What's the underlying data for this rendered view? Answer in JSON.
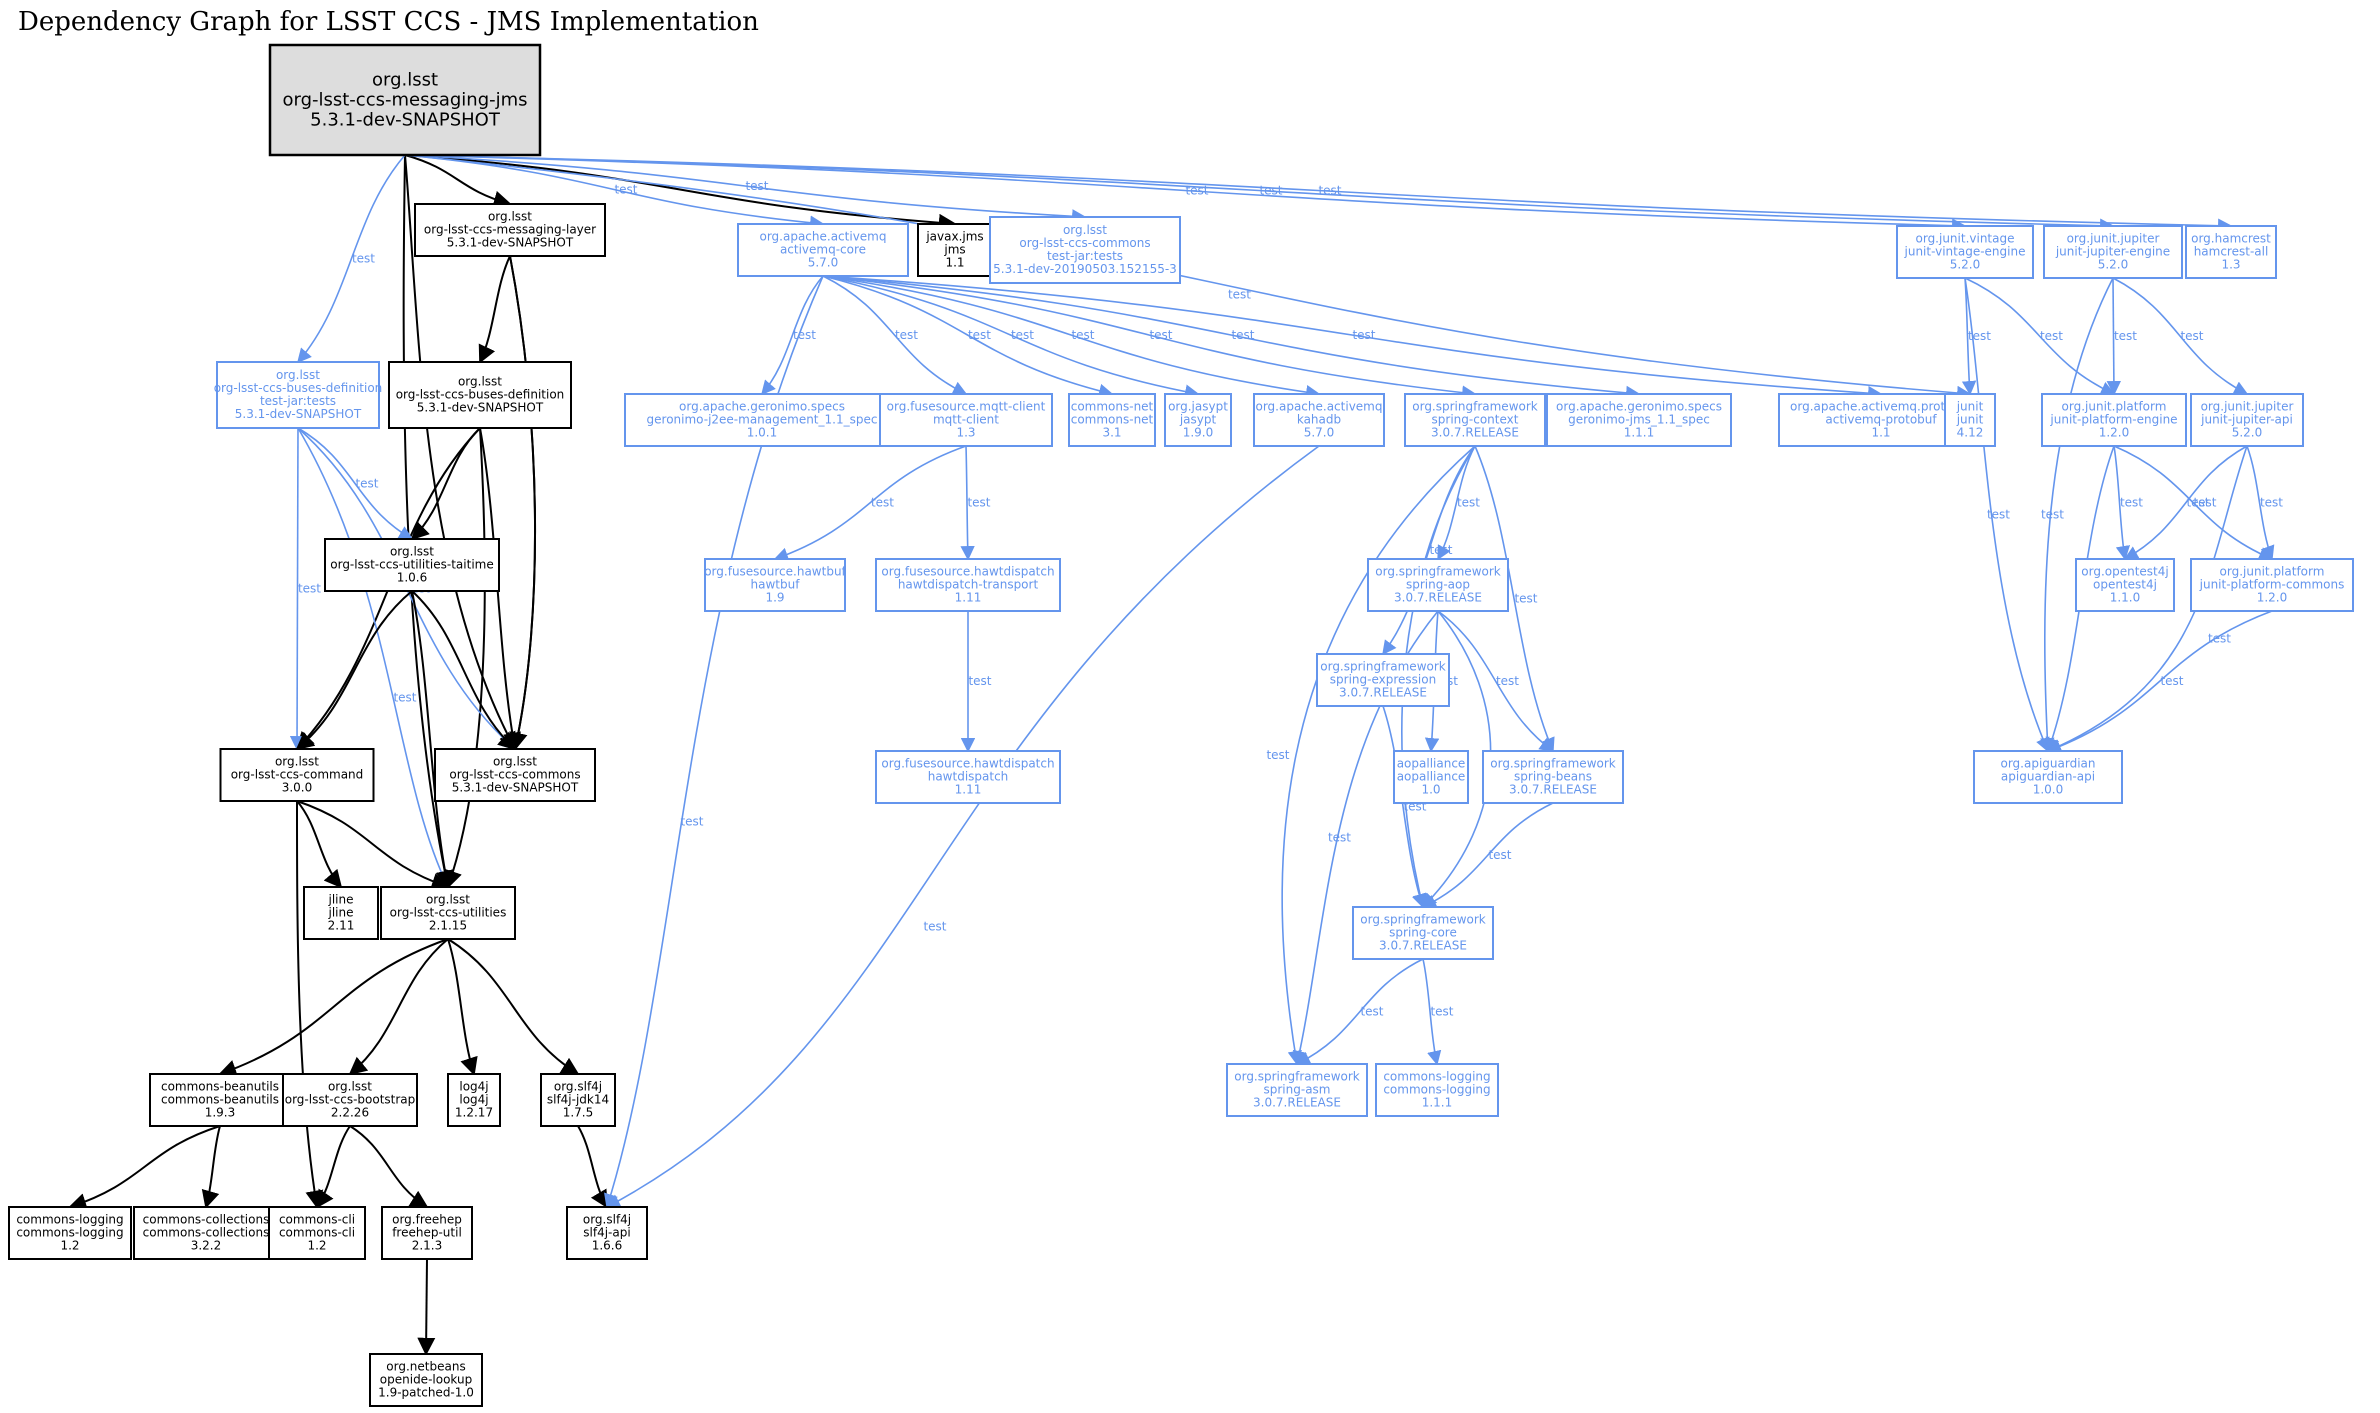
{
  "title": "Dependency Graph for LSST CCS - JMS Implementation",
  "colors": {
    "compile_edge": "#000000",
    "test_edge": "#6495ed",
    "root_fill": "#dddddd",
    "test_text": "#6495ed"
  },
  "edge_label_test": "test",
  "nodes": [
    {
      "id": "root",
      "lines": [
        "org.lsst",
        "org-lsst-ccs-messaging-jms",
        "5.3.1-dev-SNAPSHOT"
      ],
      "kind": "root"
    },
    {
      "id": "messaging_layer",
      "lines": [
        "org.lsst",
        "org-lsst-ccs-messaging-layer",
        "5.3.1-dev-SNAPSHOT"
      ],
      "kind": "dep"
    },
    {
      "id": "buses_def",
      "lines": [
        "org.lsst",
        "org-lsst-ccs-buses-definition",
        "5.3.1-dev-SNAPSHOT"
      ],
      "kind": "dep"
    },
    {
      "id": "buses_def_tests",
      "lines": [
        "org.lsst",
        "org-lsst-ccs-buses-definition",
        "test-jar:tests",
        "5.3.1-dev-SNAPSHOT"
      ],
      "kind": "testdep"
    },
    {
      "id": "taitime",
      "lines": [
        "org.lsst",
        "org-lsst-ccs-utilities-taitime",
        "1.0.6"
      ],
      "kind": "dep"
    },
    {
      "id": "command",
      "lines": [
        "org.lsst",
        "org-lsst-ccs-command",
        "3.0.0"
      ],
      "kind": "dep"
    },
    {
      "id": "commons",
      "lines": [
        "org.lsst",
        "org-lsst-ccs-commons",
        "5.3.1-dev-SNAPSHOT"
      ],
      "kind": "dep"
    },
    {
      "id": "jline",
      "lines": [
        "jline",
        "jline",
        "2.11"
      ],
      "kind": "dep"
    },
    {
      "id": "utilities",
      "lines": [
        "org.lsst",
        "org-lsst-ccs-utilities",
        "2.1.15"
      ],
      "kind": "dep"
    },
    {
      "id": "beanutils",
      "lines": [
        "commons-beanutils",
        "commons-beanutils",
        "1.9.3"
      ],
      "kind": "dep"
    },
    {
      "id": "bootstrap",
      "lines": [
        "org.lsst",
        "org-lsst-ccs-bootstrap",
        "2.2.26"
      ],
      "kind": "dep"
    },
    {
      "id": "log4j",
      "lines": [
        "log4j",
        "log4j",
        "1.2.17"
      ],
      "kind": "dep"
    },
    {
      "id": "slf4j_jdk14",
      "lines": [
        "org.slf4j",
        "slf4j-jdk14",
        "1.7.5"
      ],
      "kind": "dep"
    },
    {
      "id": "commons_logging_12",
      "lines": [
        "commons-logging",
        "commons-logging",
        "1.2"
      ],
      "kind": "dep"
    },
    {
      "id": "commons_collections",
      "lines": [
        "commons-collections",
        "commons-collections",
        "3.2.2"
      ],
      "kind": "dep"
    },
    {
      "id": "commons_cli",
      "lines": [
        "commons-cli",
        "commons-cli",
        "1.2"
      ],
      "kind": "dep"
    },
    {
      "id": "freehep",
      "lines": [
        "org.freehep",
        "freehep-util",
        "2.1.3"
      ],
      "kind": "dep"
    },
    {
      "id": "slf4j_api",
      "lines": [
        "org.slf4j",
        "slf4j-api",
        "1.6.6"
      ],
      "kind": "dep"
    },
    {
      "id": "openide",
      "lines": [
        "org.netbeans",
        "openide-lookup",
        "1.9-patched-1.0"
      ],
      "kind": "dep"
    },
    {
      "id": "javax_jms",
      "lines": [
        "javax.jms",
        "jms",
        "1.1"
      ],
      "kind": "dep"
    },
    {
      "id": "activemq_core",
      "lines": [
        "org.apache.activemq",
        "activemq-core",
        "5.7.0"
      ],
      "kind": "testdep"
    },
    {
      "id": "commons_tests",
      "lines": [
        "org.lsst",
        "org-lsst-ccs-commons",
        "test-jar:tests",
        "5.3.1-dev-20190503.152155-3"
      ],
      "kind": "testdep"
    },
    {
      "id": "geronimo_j2ee",
      "lines": [
        "org.apache.geronimo.specs",
        "geronimo-j2ee-management_1.1_spec",
        "1.0.1"
      ],
      "kind": "testdep"
    },
    {
      "id": "mqtt_client",
      "lines": [
        "org.fusesource.mqtt-client",
        "mqtt-client",
        "1.3"
      ],
      "kind": "testdep"
    },
    {
      "id": "commons_net",
      "lines": [
        "commons-net",
        "commons-net",
        "3.1"
      ],
      "kind": "testdep"
    },
    {
      "id": "jasypt",
      "lines": [
        "org.jasypt",
        "jasypt",
        "1.9.0"
      ],
      "kind": "testdep"
    },
    {
      "id": "kahadb",
      "lines": [
        "org.apache.activemq",
        "kahadb",
        "5.7.0"
      ],
      "kind": "testdep"
    },
    {
      "id": "spring_context",
      "lines": [
        "org.springframework",
        "spring-context",
        "3.0.7.RELEASE"
      ],
      "kind": "testdep"
    },
    {
      "id": "geronimo_jms",
      "lines": [
        "org.apache.geronimo.specs",
        "geronimo-jms_1.1_spec",
        "1.1.1"
      ],
      "kind": "testdep"
    },
    {
      "id": "activemq_protobuf",
      "lines": [
        "org.apache.activemq.protobuf",
        "activemq-protobuf",
        "1.1"
      ],
      "kind": "testdep"
    },
    {
      "id": "hawtbuf",
      "lines": [
        "org.fusesource.hawtbuf",
        "hawtbuf",
        "1.9"
      ],
      "kind": "testdep"
    },
    {
      "id": "hawtdispatch_transport",
      "lines": [
        "org.fusesource.hawtdispatch",
        "hawtdispatch-transport",
        "1.11"
      ],
      "kind": "testdep"
    },
    {
      "id": "hawtdispatch",
      "lines": [
        "org.fusesource.hawtdispatch",
        "hawtdispatch",
        "1.11"
      ],
      "kind": "testdep"
    },
    {
      "id": "spring_aop",
      "lines": [
        "org.springframework",
        "spring-aop",
        "3.0.7.RELEASE"
      ],
      "kind": "testdep"
    },
    {
      "id": "spring_expression",
      "lines": [
        "org.springframework",
        "spring-expression",
        "3.0.7.RELEASE"
      ],
      "kind": "testdep"
    },
    {
      "id": "aopalliance",
      "lines": [
        "aopalliance",
        "aopalliance",
        "1.0"
      ],
      "kind": "testdep"
    },
    {
      "id": "spring_beans",
      "lines": [
        "org.springframework",
        "spring-beans",
        "3.0.7.RELEASE"
      ],
      "kind": "testdep"
    },
    {
      "id": "spring_core",
      "lines": [
        "org.springframework",
        "spring-core",
        "3.0.7.RELEASE"
      ],
      "kind": "testdep"
    },
    {
      "id": "spring_asm",
      "lines": [
        "org.springframework",
        "spring-asm",
        "3.0.7.RELEASE"
      ],
      "kind": "testdep"
    },
    {
      "id": "commons_logging_111",
      "lines": [
        "commons-logging",
        "commons-logging",
        "1.1.1"
      ],
      "kind": "testdep"
    },
    {
      "id": "vintage",
      "lines": [
        "org.junit.vintage",
        "junit-vintage-engine",
        "5.2.0"
      ],
      "kind": "testdep"
    },
    {
      "id": "jupiter_engine",
      "lines": [
        "org.junit.jupiter",
        "junit-jupiter-engine",
        "5.2.0"
      ],
      "kind": "testdep"
    },
    {
      "id": "hamcrest",
      "lines": [
        "org.hamcrest",
        "hamcrest-all",
        "1.3"
      ],
      "kind": "testdep"
    },
    {
      "id": "junit",
      "lines": [
        "junit",
        "junit",
        "4.12"
      ],
      "kind": "testdep"
    },
    {
      "id": "platform_engine",
      "lines": [
        "org.junit.platform",
        "junit-platform-engine",
        "1.2.0"
      ],
      "kind": "testdep"
    },
    {
      "id": "jupiter_api",
      "lines": [
        "org.junit.jupiter",
        "junit-jupiter-api",
        "5.2.0"
      ],
      "kind": "testdep"
    },
    {
      "id": "opentest4j",
      "lines": [
        "org.opentest4j",
        "opentest4j",
        "1.1.0"
      ],
      "kind": "testdep"
    },
    {
      "id": "platform_commons",
      "lines": [
        "org.junit.platform",
        "junit-platform-commons",
        "1.2.0"
      ],
      "kind": "testdep"
    },
    {
      "id": "apiguardian",
      "lines": [
        "org.apiguardian",
        "apiguardian-api",
        "1.0.0"
      ],
      "kind": "testdep"
    }
  ],
  "edges": [
    {
      "from": "root",
      "to": "messaging_layer",
      "type": "compile"
    },
    {
      "from": "root",
      "to": "commons",
      "type": "compile"
    },
    {
      "from": "root",
      "to": "utilities",
      "type": "compile"
    },
    {
      "from": "root",
      "to": "javax_jms",
      "type": "compile"
    },
    {
      "from": "root",
      "to": "buses_def_tests",
      "type": "test"
    },
    {
      "from": "root",
      "to": "activemq_core",
      "type": "test"
    },
    {
      "from": "root",
      "to": "commons_tests",
      "type": "test"
    },
    {
      "from": "root",
      "to": "junit",
      "type": "test"
    },
    {
      "from": "root",
      "to": "vintage",
      "type": "test"
    },
    {
      "from": "root",
      "to": "jupiter_engine",
      "type": "test"
    },
    {
      "from": "root",
      "to": "hamcrest",
      "type": "test"
    },
    {
      "from": "messaging_layer",
      "to": "buses_def",
      "type": "compile"
    },
    {
      "from": "messaging_layer",
      "to": "commons",
      "type": "compile"
    },
    {
      "from": "messaging_layer",
      "to": "commons",
      "type": "compile"
    },
    {
      "from": "buses_def",
      "to": "taitime",
      "type": "compile"
    },
    {
      "from": "buses_def",
      "to": "command",
      "type": "compile"
    },
    {
      "from": "buses_def",
      "to": "commons",
      "type": "compile"
    },
    {
      "from": "buses_def",
      "to": "utilities",
      "type": "compile"
    },
    {
      "from": "buses_def_tests",
      "to": "taitime",
      "type": "test"
    },
    {
      "from": "buses_def_tests",
      "to": "command",
      "type": "test"
    },
    {
      "from": "buses_def_tests",
      "to": "commons",
      "type": "test"
    },
    {
      "from": "buses_def_tests",
      "to": "utilities",
      "type": "test"
    },
    {
      "from": "taitime",
      "to": "command",
      "type": "compile"
    },
    {
      "from": "taitime",
      "to": "commons",
      "type": "compile"
    },
    {
      "from": "taitime",
      "to": "utilities",
      "type": "compile"
    },
    {
      "from": "command",
      "to": "jline",
      "type": "compile"
    },
    {
      "from": "command",
      "to": "utilities",
      "type": "compile"
    },
    {
      "from": "command",
      "to": "commons_cli",
      "type": "compile"
    },
    {
      "from": "utilities",
      "to": "beanutils",
      "type": "compile"
    },
    {
      "from": "utilities",
      "to": "bootstrap",
      "type": "compile"
    },
    {
      "from": "utilities",
      "to": "log4j",
      "type": "compile"
    },
    {
      "from": "utilities",
      "to": "slf4j_jdk14",
      "type": "compile"
    },
    {
      "from": "beanutils",
      "to": "commons_logging_12",
      "type": "compile"
    },
    {
      "from": "beanutils",
      "to": "commons_collections",
      "type": "compile"
    },
    {
      "from": "bootstrap",
      "to": "commons_cli",
      "type": "compile"
    },
    {
      "from": "bootstrap",
      "to": "freehep",
      "type": "compile"
    },
    {
      "from": "slf4j_jdk14",
      "to": "slf4j_api",
      "type": "compile"
    },
    {
      "from": "freehep",
      "to": "openide",
      "type": "compile"
    },
    {
      "from": "activemq_core",
      "to": "slf4j_api",
      "type": "test"
    },
    {
      "from": "activemq_core",
      "to": "geronimo_j2ee",
      "type": "test"
    },
    {
      "from": "activemq_core",
      "to": "mqtt_client",
      "type": "test"
    },
    {
      "from": "activemq_core",
      "to": "commons_net",
      "type": "test"
    },
    {
      "from": "activemq_core",
      "to": "jasypt",
      "type": "test"
    },
    {
      "from": "activemq_core",
      "to": "kahadb",
      "type": "test"
    },
    {
      "from": "activemq_core",
      "to": "spring_context",
      "type": "test"
    },
    {
      "from": "activemq_core",
      "to": "geronimo_jms",
      "type": "test"
    },
    {
      "from": "activemq_core",
      "to": "activemq_protobuf",
      "type": "test"
    },
    {
      "from": "mqtt_client",
      "to": "hawtbuf",
      "type": "test"
    },
    {
      "from": "mqtt_client",
      "to": "hawtdispatch_transport",
      "type": "test"
    },
    {
      "from": "hawtdispatch_transport",
      "to": "hawtdispatch",
      "type": "test"
    },
    {
      "from": "kahadb",
      "to": "slf4j_api",
      "type": "test"
    },
    {
      "from": "spring_context",
      "to": "spring_aop",
      "type": "test"
    },
    {
      "from": "spring_context",
      "to": "spring_expression",
      "type": "test"
    },
    {
      "from": "spring_context",
      "to": "spring_beans",
      "type": "test"
    },
    {
      "from": "spring_context",
      "to": "spring_core",
      "type": "test"
    },
    {
      "from": "spring_context",
      "to": "spring_asm",
      "type": "test"
    },
    {
      "from": "spring_aop",
      "to": "aopalliance",
      "type": "test"
    },
    {
      "from": "spring_aop",
      "to": "spring_beans",
      "type": "test"
    },
    {
      "from": "spring_aop",
      "to": "spring_core",
      "type": "test"
    },
    {
      "from": "spring_aop",
      "to": "spring_asm",
      "type": "test"
    },
    {
      "from": "spring_expression",
      "to": "spring_core",
      "type": "test"
    },
    {
      "from": "spring_beans",
      "to": "spring_core",
      "type": "test"
    },
    {
      "from": "spring_core",
      "to": "spring_asm",
      "type": "test"
    },
    {
      "from": "spring_core",
      "to": "commons_logging_111",
      "type": "test"
    },
    {
      "from": "vintage",
      "to": "junit",
      "type": "test"
    },
    {
      "from": "vintage",
      "to": "platform_engine",
      "type": "test"
    },
    {
      "from": "vintage",
      "to": "apiguardian",
      "type": "test"
    },
    {
      "from": "jupiter_engine",
      "to": "platform_engine",
      "type": "test"
    },
    {
      "from": "jupiter_engine",
      "to": "jupiter_api",
      "type": "test"
    },
    {
      "from": "jupiter_engine",
      "to": "apiguardian",
      "type": "test"
    },
    {
      "from": "platform_engine",
      "to": "opentest4j",
      "type": "test"
    },
    {
      "from": "platform_engine",
      "to": "platform_commons",
      "type": "test"
    },
    {
      "from": "platform_engine",
      "to": "apiguardian",
      "type": "test"
    },
    {
      "from": "jupiter_api",
      "to": "opentest4j",
      "type": "test"
    },
    {
      "from": "jupiter_api",
      "to": "platform_commons",
      "type": "test"
    },
    {
      "from": "jupiter_api",
      "to": "apiguardian",
      "type": "test"
    },
    {
      "from": "platform_commons",
      "to": "apiguardian",
      "type": "test"
    }
  ]
}
